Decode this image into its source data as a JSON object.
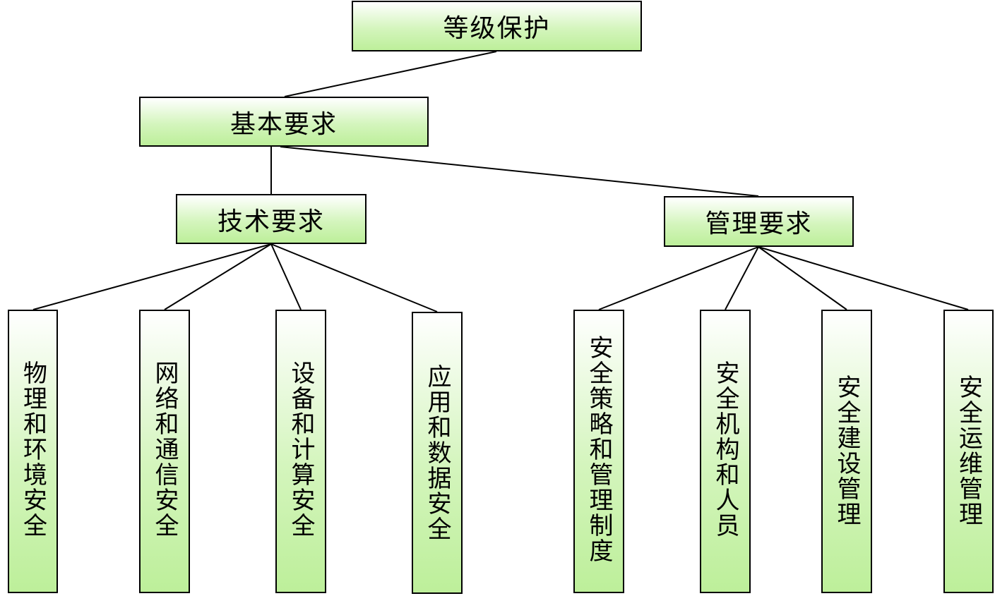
{
  "diagram": {
    "root": {
      "label": "等级保护"
    },
    "basic": {
      "label": "基本要求"
    },
    "tech": {
      "label": "技术要求",
      "children": [
        "物理和环境安全",
        "网络和通信安全",
        "设备和计算安全",
        "应用和数据安全"
      ]
    },
    "mgmt": {
      "label": "管理要求",
      "children": [
        "安全策略和管理制度",
        "安全机构和人员",
        "安全建设管理",
        "安全运维管理"
      ]
    }
  }
}
